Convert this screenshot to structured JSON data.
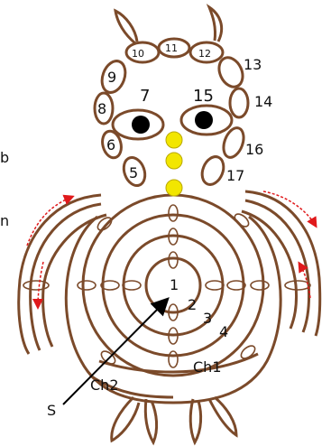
{
  "colors": {
    "thread": "#7b4a2a",
    "bead": "#f2e600",
    "eye": "#000000",
    "arrow_red": "#e0191b",
    "pointer": "#000000"
  },
  "labels": {
    "n1": "1",
    "n2": "2",
    "n3": "3",
    "n4": "4",
    "n5": "5",
    "n6": "6",
    "n7": "7",
    "n8": "8",
    "n9": "9",
    "n10": "10",
    "n11": "11",
    "n12": "12",
    "n13": "13",
    "n14": "14",
    "n15": "15",
    "n16": "16",
    "n17": "17",
    "ch1": "Ch1",
    "ch2": "Ch2",
    "start": "S"
  },
  "edge_fragments": {
    "left_top": "b",
    "left_mid": "n"
  }
}
